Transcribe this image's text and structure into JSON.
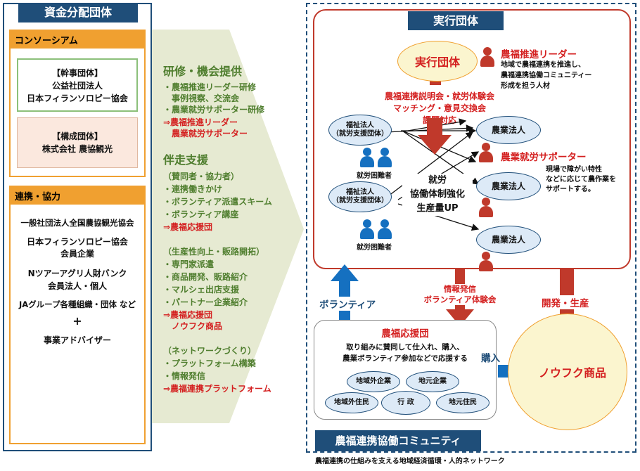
{
  "fund": {
    "title": "資金分配団体",
    "consortium": {
      "label": "コンソーシアム",
      "lead": [
        "【幹事団体】",
        "公益社団法人",
        "日本フィランソロピー協会"
      ],
      "member": [
        "【構成団体】",
        "株式会社 農協観光"
      ]
    },
    "partners": {
      "label": "連携・協力",
      "items": [
        "一般社団法人全国農協観光協会",
        "日本フィランソロピー協会",
        "会員企業",
        "Nツアーアグリ人財バンク",
        "会員法人・個人",
        "JAグループ各種組織・団体 など",
        "+",
        "事業アドバイザー"
      ]
    }
  },
  "support": {
    "training": {
      "title": "研修・機会提供",
      "lines": [
        "・農福推進リーダー研修",
        "　事例視察、交流会",
        "・農業就労サポーター研修"
      ],
      "results": [
        "⇒農福推進リーダー",
        "　農業就労サポーター"
      ]
    },
    "accompany": {
      "title": "伴走支援",
      "g1_head": "（賛同者・協力者）",
      "g1_lines": [
        "・連携働きかけ",
        "・ボランティア派遣スキーム",
        "・ボランティア講座"
      ],
      "g1_result": "⇒農福応援団",
      "g2_head": "（生産性向上・販路開拓）",
      "g2_lines": [
        "・専門家派遣",
        "・商品開発、販路紹介",
        "・マルシェ出店支援",
        "・パートナー企業紹介"
      ],
      "g2_results": [
        "⇒農福応援団",
        "　ノウフク商品"
      ],
      "g3_head": "（ネットワークづくり）",
      "g3_lines": [
        "・プラットフォーム構築",
        "・情報発信"
      ],
      "g3_result": "⇒農福連携プラットフォーム"
    }
  },
  "exec": {
    "header": "実行団体",
    "bubble": "実行団体",
    "leader": {
      "title": "農福推進リーダー",
      "desc": [
        "地域で農福連携を推進し、",
        "農福連携協働コミュニティー",
        "形成を担う人材"
      ]
    },
    "activities": [
      "農福連携説明会・就労体験会",
      "マッチング・意見交換会",
      "課題対応"
    ],
    "welfare1": [
      "福祉法人",
      "（就労支援団体）"
    ],
    "welfare2": [
      "福祉法人",
      "（就労支援団体）"
    ],
    "hard_to_employ": "就労困難者",
    "center": [
      "就労",
      "協働体制強化",
      "生産量UP"
    ],
    "farm": "農業法人",
    "supporter": {
      "title": "農業就労サポーター",
      "desc": [
        "現場で障がい特性",
        "などに応じて農作業を",
        "サポートする。"
      ]
    }
  },
  "flows": {
    "volunteer": "ボランティア",
    "info": [
      "情報発信",
      "ボランティア体験会"
    ],
    "develop": "開発・生産",
    "buy": "購入"
  },
  "ouen": {
    "title": "農福応援団",
    "desc": [
      "取り組みに賛同して仕入れ、購入、",
      "農業ボランティア参加などで応援する"
    ],
    "members": [
      "地域外企業",
      "地元企業",
      "地域外住民",
      "行 政",
      "地元住民"
    ]
  },
  "product": "ノウフク商品",
  "community": {
    "title": "農福連携協働コミュニティ",
    "sub": "農福連携の仕組みを支える地域経済循環・人的ネットワーク"
  },
  "colors": {
    "navy": "#1f4e79",
    "orange": "#f0a030",
    "red": "#c0392b",
    "blue": "#1570c0",
    "green": "#4f7e2e",
    "arrowbg": "#e6ead2"
  }
}
